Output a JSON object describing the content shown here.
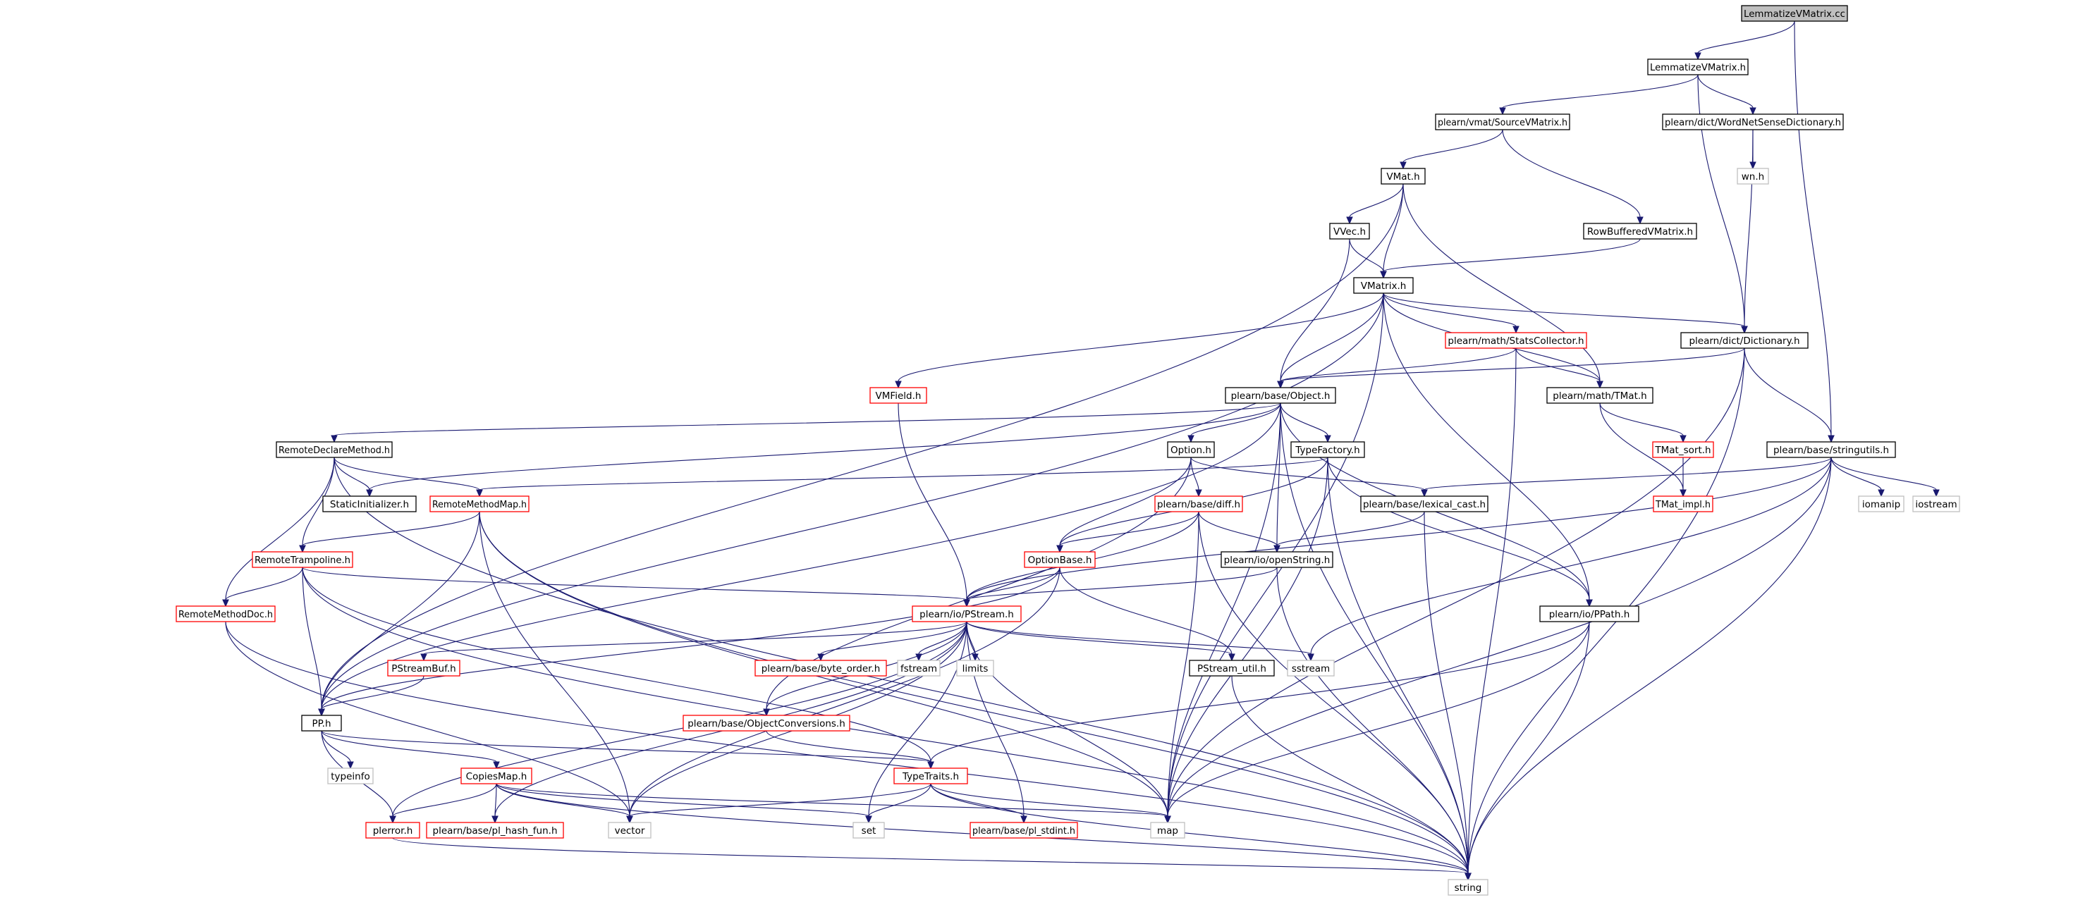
{
  "colors": {
    "edge": "#191970",
    "root_fill": "#bfbfbf",
    "normal_border": "#000000",
    "truncated_border": "#ff0000",
    "external_border": "#bfbfbf"
  },
  "nodes": [
    {
      "id": "LemmatizeVMatrix_cc",
      "label": "LemmatizeVMatrix.cc",
      "kind": "root"
    },
    {
      "id": "LemmatizeVMatrix_h",
      "label": "LemmatizeVMatrix.h",
      "kind": "normal"
    },
    {
      "id": "SourceVMatrix",
      "label": "plearn/vmat/SourceVMatrix.h",
      "kind": "normal"
    },
    {
      "id": "WordNetSense",
      "label": "plearn/dict/WordNetSenseDictionary.h",
      "kind": "normal"
    },
    {
      "id": "wn",
      "label": "wn.h",
      "kind": "external"
    },
    {
      "id": "VMat",
      "label": "VMat.h",
      "kind": "normal"
    },
    {
      "id": "VVec",
      "label": "VVec.h",
      "kind": "normal"
    },
    {
      "id": "RowBuffered",
      "label": "RowBufferedVMatrix.h",
      "kind": "normal"
    },
    {
      "id": "VMatrix",
      "label": "VMatrix.h",
      "kind": "normal"
    },
    {
      "id": "StatsCollector",
      "label": "plearn/math/StatsCollector.h",
      "kind": "truncated"
    },
    {
      "id": "Dictionary",
      "label": "plearn/dict/Dictionary.h",
      "kind": "normal"
    },
    {
      "id": "VMField",
      "label": "VMField.h",
      "kind": "truncated"
    },
    {
      "id": "Object",
      "label": "plearn/base/Object.h",
      "kind": "normal"
    },
    {
      "id": "TMat",
      "label": "plearn/math/TMat.h",
      "kind": "normal"
    },
    {
      "id": "RemoteDeclareMethod",
      "label": "RemoteDeclareMethod.h",
      "kind": "normal"
    },
    {
      "id": "Option",
      "label": "Option.h",
      "kind": "normal"
    },
    {
      "id": "TypeFactory",
      "label": "TypeFactory.h",
      "kind": "normal"
    },
    {
      "id": "TMat_sort",
      "label": "TMat_sort.h",
      "kind": "truncated"
    },
    {
      "id": "stringutils",
      "label": "plearn/base/stringutils.h",
      "kind": "normal"
    },
    {
      "id": "StaticInitializer",
      "label": "StaticInitializer.h",
      "kind": "normal"
    },
    {
      "id": "RemoteMethodMap",
      "label": "RemoteMethodMap.h",
      "kind": "truncated"
    },
    {
      "id": "diff",
      "label": "plearn/base/diff.h",
      "kind": "truncated"
    },
    {
      "id": "lexical_cast",
      "label": "plearn/base/lexical_cast.h",
      "kind": "normal"
    },
    {
      "id": "TMat_impl",
      "label": "TMat_impl.h",
      "kind": "truncated"
    },
    {
      "id": "iomanip",
      "label": "iomanip",
      "kind": "external"
    },
    {
      "id": "iostream",
      "label": "iostream",
      "kind": "external"
    },
    {
      "id": "RemoteTrampoline",
      "label": "RemoteTrampoline.h",
      "kind": "truncated"
    },
    {
      "id": "OptionBase",
      "label": "OptionBase.h",
      "kind": "truncated"
    },
    {
      "id": "openString",
      "label": "plearn/io/openString.h",
      "kind": "normal"
    },
    {
      "id": "RemoteMethodDoc",
      "label": "RemoteMethodDoc.h",
      "kind": "truncated"
    },
    {
      "id": "PStream",
      "label": "plearn/io/PStream.h",
      "kind": "truncated"
    },
    {
      "id": "PPath",
      "label": "plearn/io/PPath.h",
      "kind": "normal"
    },
    {
      "id": "PStreamBuf",
      "label": "PStreamBuf.h",
      "kind": "truncated"
    },
    {
      "id": "byte_order",
      "label": "plearn/base/byte_order.h",
      "kind": "truncated"
    },
    {
      "id": "fstream",
      "label": "fstream",
      "kind": "external"
    },
    {
      "id": "limits",
      "label": "limits",
      "kind": "external"
    },
    {
      "id": "PStream_util",
      "label": "PStream_util.h",
      "kind": "normal"
    },
    {
      "id": "sstream",
      "label": "sstream",
      "kind": "external"
    },
    {
      "id": "PP",
      "label": "PP.h",
      "kind": "normal"
    },
    {
      "id": "ObjectConversions",
      "label": "plearn/base/ObjectConversions.h",
      "kind": "truncated"
    },
    {
      "id": "typeinfo",
      "label": "typeinfo",
      "kind": "external"
    },
    {
      "id": "CopiesMap",
      "label": "CopiesMap.h",
      "kind": "truncated"
    },
    {
      "id": "TypeTraits",
      "label": "TypeTraits.h",
      "kind": "truncated"
    },
    {
      "id": "plerror",
      "label": "plerror.h",
      "kind": "truncated"
    },
    {
      "id": "pl_hash_fun",
      "label": "plearn/base/pl_hash_fun.h",
      "kind": "truncated"
    },
    {
      "id": "vector",
      "label": "vector",
      "kind": "external"
    },
    {
      "id": "set",
      "label": "set",
      "kind": "external"
    },
    {
      "id": "pl_stdint",
      "label": "plearn/base/pl_stdint.h",
      "kind": "truncated"
    },
    {
      "id": "map",
      "label": "map",
      "kind": "external"
    },
    {
      "id": "string",
      "label": "string",
      "kind": "external"
    }
  ],
  "edges": [
    [
      "LemmatizeVMatrix_cc",
      "LemmatizeVMatrix_h"
    ],
    [
      "LemmatizeVMatrix_cc",
      "stringutils"
    ],
    [
      "LemmatizeVMatrix_h",
      "SourceVMatrix"
    ],
    [
      "LemmatizeVMatrix_h",
      "WordNetSense"
    ],
    [
      "LemmatizeVMatrix_h",
      "Dictionary"
    ],
    [
      "SourceVMatrix",
      "VMat"
    ],
    [
      "SourceVMatrix",
      "RowBuffered"
    ],
    [
      "WordNetSense",
      "wn"
    ],
    [
      "WordNetSense",
      "Dictionary"
    ],
    [
      "VMat",
      "VVec"
    ],
    [
      "VMat",
      "VMatrix"
    ],
    [
      "VMat",
      "TMat"
    ],
    [
      "VMat",
      "PP"
    ],
    [
      "VVec",
      "VMatrix"
    ],
    [
      "VVec",
      "Object"
    ],
    [
      "RowBuffered",
      "VMatrix"
    ],
    [
      "VMatrix",
      "Dictionary"
    ],
    [
      "VMatrix",
      "StatsCollector"
    ],
    [
      "VMatrix",
      "TMat"
    ],
    [
      "VMatrix",
      "Object"
    ],
    [
      "VMatrix",
      "VMField"
    ],
    [
      "VMatrix",
      "PP"
    ],
    [
      "VMatrix",
      "map"
    ],
    [
      "VMatrix",
      "PPath"
    ],
    [
      "StatsCollector",
      "Object"
    ],
    [
      "StatsCollector",
      "TMat"
    ],
    [
      "StatsCollector",
      "string"
    ],
    [
      "Dictionary",
      "Object"
    ],
    [
      "Dictionary",
      "stringutils"
    ],
    [
      "Dictionary",
      "map"
    ],
    [
      "Dictionary",
      "string"
    ],
    [
      "VMField",
      "PStream"
    ],
    [
      "Object",
      "RemoteDeclareMethod"
    ],
    [
      "Object",
      "Option"
    ],
    [
      "Object",
      "TypeFactory"
    ],
    [
      "Object",
      "StaticInitializer"
    ],
    [
      "Object",
      "PP"
    ],
    [
      "Object",
      "openString"
    ],
    [
      "Object",
      "PPath"
    ],
    [
      "Object",
      "string"
    ],
    [
      "Object",
      "map"
    ],
    [
      "TMat",
      "TMat_sort"
    ],
    [
      "TMat",
      "TMat_impl"
    ],
    [
      "TMat_sort",
      "TMat_impl"
    ],
    [
      "RemoteDeclareMethod",
      "StaticInitializer"
    ],
    [
      "RemoteDeclareMethod",
      "RemoteMethodMap"
    ],
    [
      "RemoteDeclareMethod",
      "RemoteTrampoline"
    ],
    [
      "RemoteDeclareMethod",
      "RemoteMethodDoc"
    ],
    [
      "RemoteDeclareMethod",
      "string"
    ],
    [
      "Option",
      "OptionBase"
    ],
    [
      "Option",
      "diff"
    ],
    [
      "Option",
      "lexical_cast"
    ],
    [
      "Option",
      "ObjectConversions"
    ],
    [
      "TypeFactory",
      "RemoteMethodMap"
    ],
    [
      "TypeFactory",
      "OptionBase"
    ],
    [
      "TypeFactory",
      "map"
    ],
    [
      "TypeFactory",
      "string"
    ],
    [
      "TypeFactory",
      "PPath"
    ],
    [
      "stringutils",
      "lexical_cast"
    ],
    [
      "stringutils",
      "iomanip"
    ],
    [
      "stringutils",
      "iostream"
    ],
    [
      "stringutils",
      "sstream"
    ],
    [
      "stringutils",
      "map"
    ],
    [
      "stringutils",
      "string"
    ],
    [
      "stringutils",
      "PStream"
    ],
    [
      "RemoteMethodMap",
      "RemoteTrampoline"
    ],
    [
      "RemoteMethodMap",
      "PP"
    ],
    [
      "RemoteMethodMap",
      "vector"
    ],
    [
      "RemoteMethodMap",
      "map"
    ],
    [
      "RemoteMethodMap",
      "string"
    ],
    [
      "diff",
      "OptionBase"
    ],
    [
      "diff",
      "openString"
    ],
    [
      "diff",
      "PStream"
    ],
    [
      "diff",
      "map"
    ],
    [
      "diff",
      "string"
    ],
    [
      "lexical_cast",
      "openString"
    ],
    [
      "lexical_cast",
      "string"
    ],
    [
      "RemoteTrampoline",
      "RemoteMethodDoc"
    ],
    [
      "RemoteTrampoline",
      "PP"
    ],
    [
      "RemoteTrampoline",
      "PStream"
    ],
    [
      "RemoteTrampoline",
      "TypeTraits"
    ],
    [
      "RemoteTrampoline",
      "string"
    ],
    [
      "OptionBase",
      "PStream"
    ],
    [
      "OptionBase",
      "PP"
    ],
    [
      "OptionBase",
      "PStream_util"
    ],
    [
      "OptionBase",
      "vector"
    ],
    [
      "openString",
      "PStream"
    ],
    [
      "openString",
      "string"
    ],
    [
      "RemoteMethodDoc",
      "vector"
    ],
    [
      "RemoteMethodDoc",
      "string"
    ],
    [
      "PStream",
      "PStreamBuf"
    ],
    [
      "PStream",
      "byte_order"
    ],
    [
      "PStream",
      "fstream"
    ],
    [
      "PStream",
      "limits"
    ],
    [
      "PStream",
      "PStream_util"
    ],
    [
      "PStream",
      "sstream"
    ],
    [
      "PStream",
      "ObjectConversions"
    ],
    [
      "PStream",
      "plerror"
    ],
    [
      "PStream",
      "pl_hash_fun"
    ],
    [
      "PStream",
      "vector"
    ],
    [
      "PStream",
      "set"
    ],
    [
      "PStream",
      "pl_stdint"
    ],
    [
      "PStream",
      "map"
    ],
    [
      "PPath",
      "TypeTraits"
    ],
    [
      "PPath",
      "map"
    ],
    [
      "PPath",
      "string"
    ],
    [
      "PStreamBuf",
      "PP"
    ],
    [
      "PStream_util",
      "string"
    ],
    [
      "PP",
      "typeinfo"
    ],
    [
      "PP",
      "CopiesMap"
    ],
    [
      "PP",
      "TypeTraits"
    ],
    [
      "PP",
      "plerror"
    ],
    [
      "ObjectConversions",
      "TypeTraits"
    ],
    [
      "CopiesMap",
      "plerror"
    ],
    [
      "CopiesMap",
      "pl_hash_fun"
    ],
    [
      "CopiesMap",
      "vector"
    ],
    [
      "CopiesMap",
      "set"
    ],
    [
      "CopiesMap",
      "map"
    ],
    [
      "CopiesMap",
      "string"
    ],
    [
      "TypeTraits",
      "vector"
    ],
    [
      "TypeTraits",
      "set"
    ],
    [
      "TypeTraits",
      "pl_stdint"
    ],
    [
      "TypeTraits",
      "map"
    ],
    [
      "TypeTraits",
      "string"
    ],
    [
      "plerror",
      "string"
    ]
  ]
}
